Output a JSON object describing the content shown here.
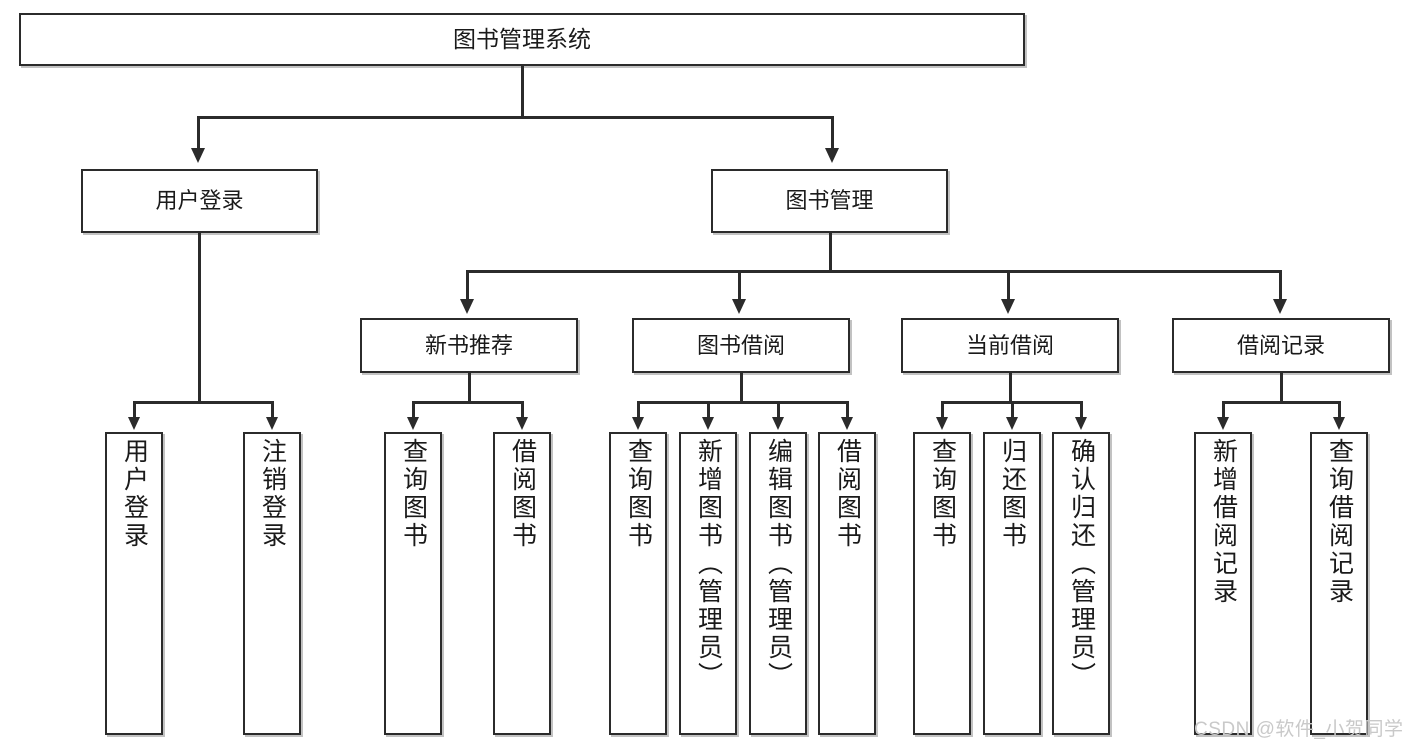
{
  "diagram": {
    "type": "tree",
    "title": "图书管理系统",
    "orientation": "top-down",
    "levels": 4,
    "root": {
      "label": "图书管理系统"
    },
    "level2": [
      {
        "label": "用户登录"
      },
      {
        "label": "图书管理"
      }
    ],
    "level3": [
      {
        "label": "新书推荐"
      },
      {
        "label": "图书借阅"
      },
      {
        "label": "当前借阅"
      },
      {
        "label": "借阅记录"
      }
    ],
    "leaves": {
      "user_login": [
        {
          "label": "用户登录"
        },
        {
          "label": "注销登录"
        }
      ],
      "new_book_recommend": [
        {
          "label": "查询图书"
        },
        {
          "label": "借阅图书"
        }
      ],
      "book_borrow": [
        {
          "label": "查询图书"
        },
        {
          "label": "新增图书（管理员）"
        },
        {
          "label": "编辑图书（管理员）"
        },
        {
          "label": "借阅图书"
        }
      ],
      "current_borrow": [
        {
          "label": "查询图书"
        },
        {
          "label": "归还图书"
        },
        {
          "label": "确认归还（管理员）"
        }
      ],
      "borrow_record": [
        {
          "label": "新增借阅记录"
        },
        {
          "label": "查询借阅记录"
        }
      ]
    }
  },
  "watermark": {
    "text": "CSDN @软件_小贺同学"
  },
  "colors": {
    "stroke": "#2b2b2b",
    "fill": "#ffffff",
    "text": "#1a1a1a",
    "watermark": "#c9c9c9"
  }
}
